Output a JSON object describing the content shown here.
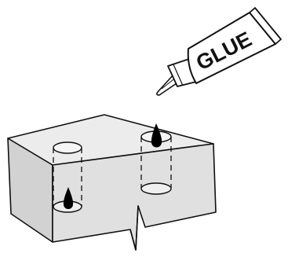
{
  "tube": {
    "label": "GLUE",
    "color_body": "#ffffff",
    "color_outline": "#111111"
  },
  "block": {
    "color_top": "#ececec",
    "color_front": "#e0e0e0",
    "color_side": "#d2d2d2",
    "color_outline": "#111111",
    "holes": [
      {
        "name": "left-hole",
        "glue_drop": "at-bottom"
      },
      {
        "name": "right-hole",
        "glue_drop": "at-top"
      }
    ],
    "crack": "break-mark"
  },
  "icons": [
    "glue-tube-icon",
    "block-icon",
    "glue-drop-icon",
    "break-mark-icon"
  ]
}
